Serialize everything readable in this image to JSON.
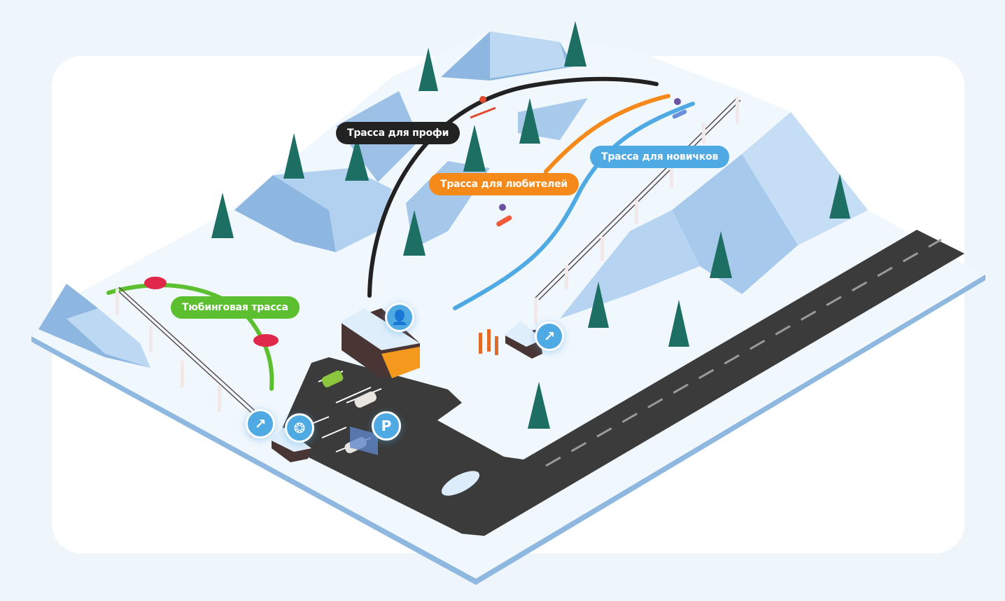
{
  "colors": {
    "pro": "#222222",
    "amateur": "#f5891a",
    "beginner": "#4fa9e3",
    "tubing": "#5cbf2f",
    "poi": "#4fa9e3",
    "road": "#3b3b3b",
    "background": "#eef5fb"
  },
  "trails": [
    {
      "id": "pro",
      "label": "Трасса для профи"
    },
    {
      "id": "amateur",
      "label": "Трасса для любителей"
    },
    {
      "id": "beginner",
      "label": "Трасса для новичков"
    },
    {
      "id": "tubing",
      "label": "Тюбинговая трасса"
    }
  ],
  "pois": [
    {
      "icon": "admin-user-gear-icon",
      "name": "admin"
    },
    {
      "icon": "lift-arrow-icon",
      "name": "lift-main"
    },
    {
      "icon": "lift-arrow-icon",
      "name": "lift-tubing"
    },
    {
      "icon": "lifebuoy-icon",
      "name": "rescue"
    },
    {
      "icon": "parking-icon",
      "name": "parking",
      "label": "P"
    }
  ]
}
